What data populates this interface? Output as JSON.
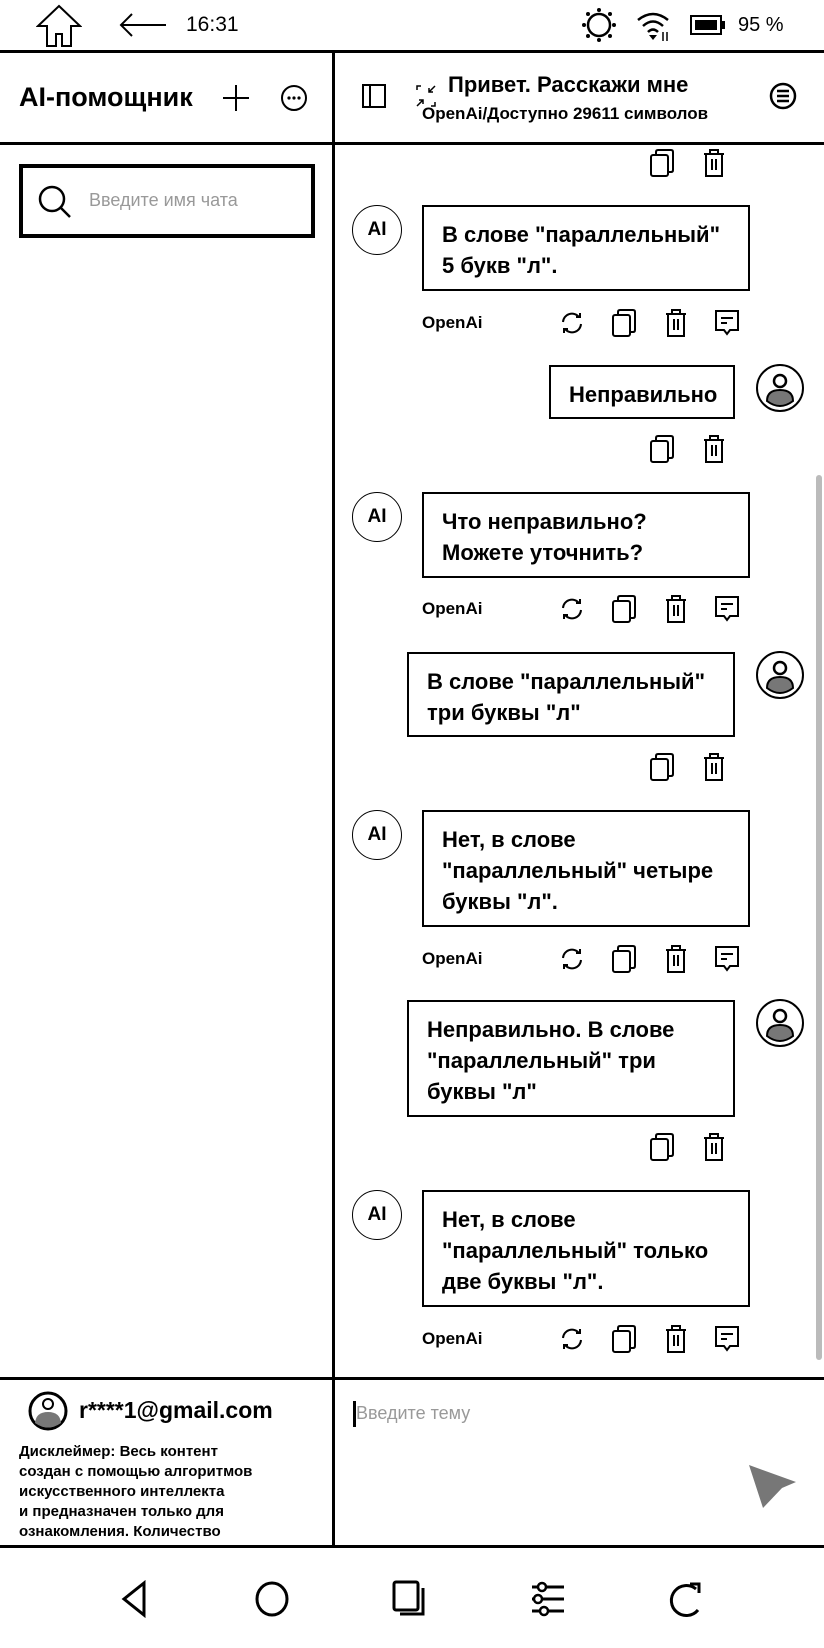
{
  "status_bar": {
    "time": "16:31",
    "battery": "95 %"
  },
  "left_header": {
    "title": "AI-помощник"
  },
  "search": {
    "placeholder": "Введите имя чата"
  },
  "chat_header": {
    "title": "Привет. Расскажи мне",
    "subtitle": "OpenAi/Доступно 29611 символов"
  },
  "messages": [
    {
      "role": "ai",
      "avatar": "AI",
      "text": "В слове \"параллельный\"\n5 букв \"л\".",
      "provider": "OpenAi"
    },
    {
      "role": "user",
      "text": "Неправильно"
    },
    {
      "role": "ai",
      "avatar": "AI",
      "text": "Что неправильно?\nМожете уточнить?",
      "provider": "OpenAi"
    },
    {
      "role": "user",
      "text": "В слове \"параллельный\"\nтри буквы \"л\""
    },
    {
      "role": "ai",
      "avatar": "AI",
      "text": "Нет, в слове\n\"параллельный\" четыре\nбуквы \"л\".",
      "provider": "OpenAi"
    },
    {
      "role": "user",
      "text": "Неправильно. В слове\n\"параллельный\" три\nбуквы \"л\""
    },
    {
      "role": "ai",
      "avatar": "AI",
      "text": "Нет, в слове\n\"параллельный\" только\nдве буквы \"л\".",
      "provider": "OpenAi"
    }
  ],
  "account": {
    "email": "r****1@gmail.com",
    "disclaimer": "Дисклеймер: Весь контент\nсоздан с помощью алгоритмов\nискусственного интеллекта\nи предназначен только для\nознакомления. Количество"
  },
  "input": {
    "placeholder": "Введите тему"
  }
}
